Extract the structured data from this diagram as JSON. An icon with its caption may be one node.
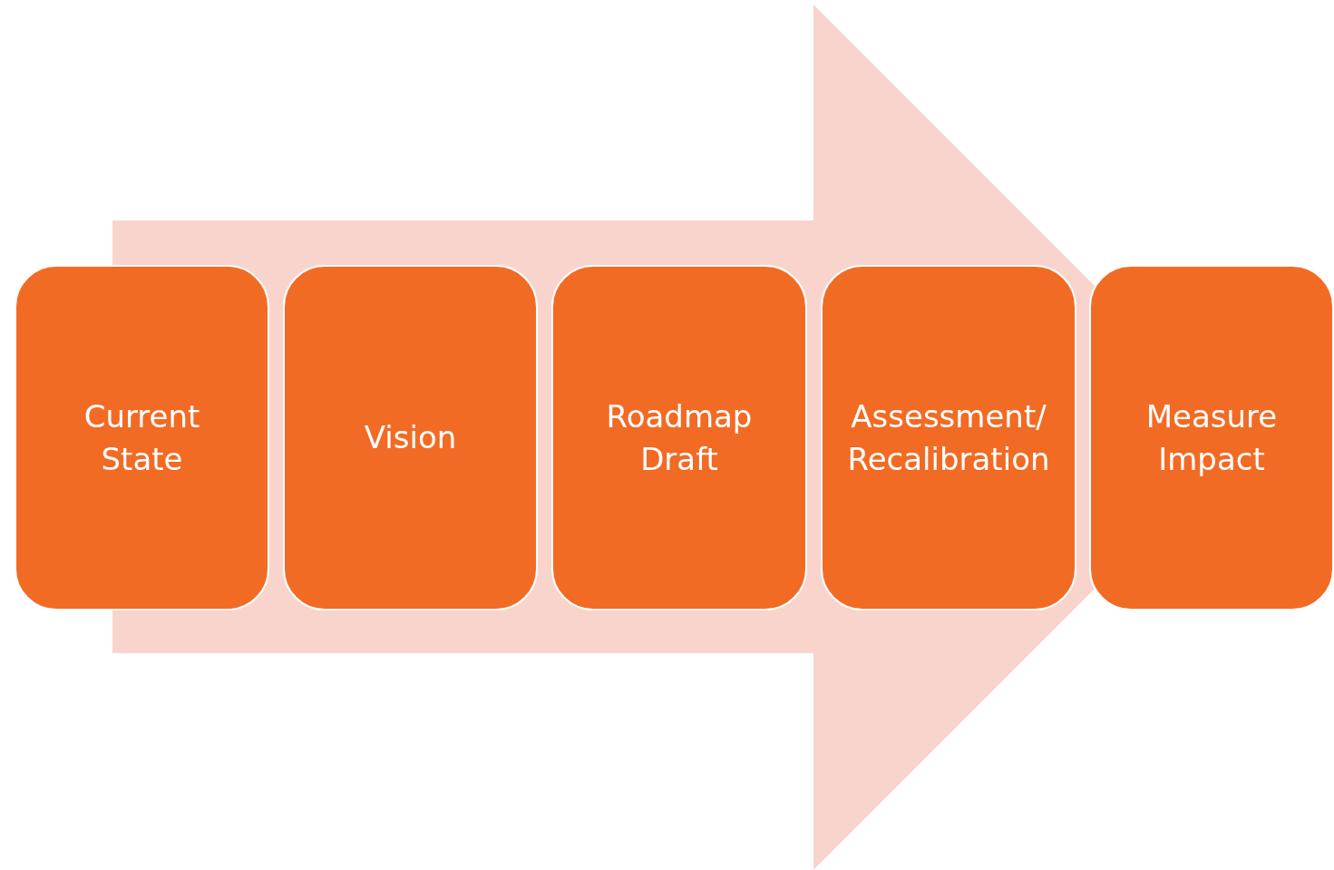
{
  "diagram": {
    "nodes": [
      {
        "text": [
          "Current State"
        ]
      },
      {
        "text": [
          "Vision"
        ]
      },
      {
        "text": [
          "Roadmap Draft"
        ]
      },
      {
        "text": [
          "Assessment/ Recalibration"
        ]
      },
      {
        "text": [
          "Measure Impact"
        ]
      }
    ],
    "edges": [
      {
        "from": 0,
        "to": 4,
        "arrow": "to"
      }
    ]
  }
}
